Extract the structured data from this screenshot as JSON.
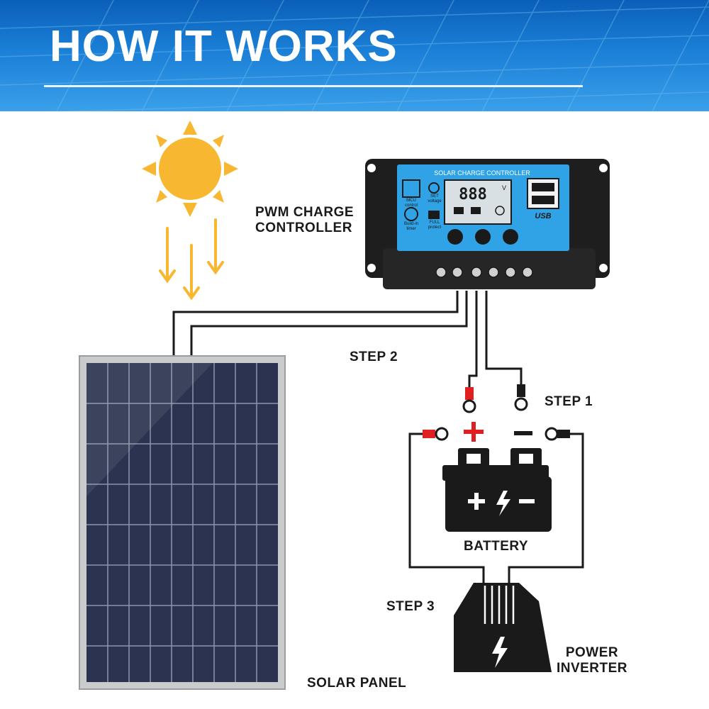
{
  "header": {
    "title": "HOW IT WORKS"
  },
  "labels": {
    "controller": "PWM CHARGE\nCONTROLLER",
    "step1": "STEP 1",
    "step2": "STEP 2",
    "step3": "STEP 3",
    "battery": "BATTERY",
    "inverter": "POWER\nINVERTER",
    "panel": "SOLAR PANEL"
  },
  "controller_face": {
    "title": "SOLAR CHARGE CONTROLLER",
    "display": "888",
    "display_unit": "V",
    "usb": "USB",
    "mcu": "MCU\ncontrol",
    "set": "SET\nvoltage",
    "timer": "Build-in\ntimer",
    "full": "FULL\nprotect"
  },
  "colors": {
    "banner": "#1a7fd6",
    "sun": "#f7b731",
    "controller_face": "#2fa3e6",
    "red_terminal": "#e02020",
    "dark": "#1a1a1a"
  }
}
